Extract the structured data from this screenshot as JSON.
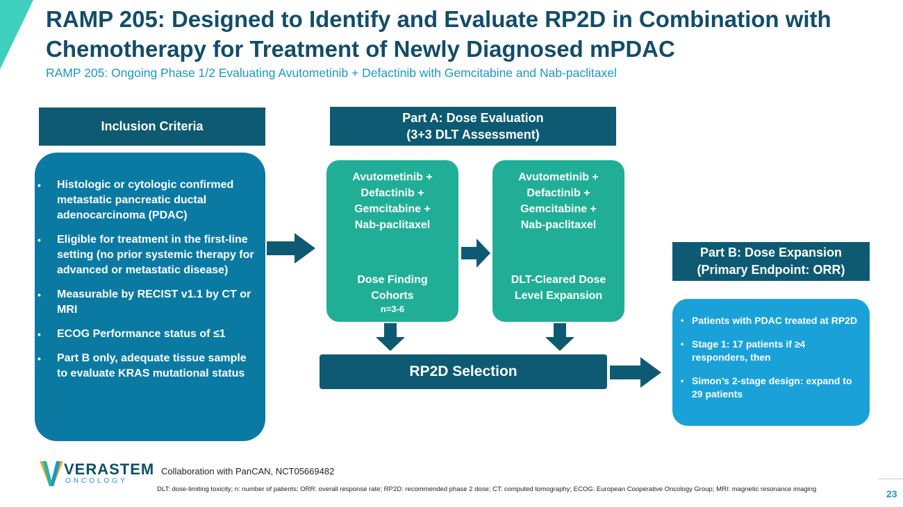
{
  "slide": {
    "title": "RAMP 205: Designed to Identify and Evaluate RP2D in Combination with Chemotherapy for Treatment of Newly Diagnosed mPDAC",
    "subtitle": "RAMP 205: Ongoing Phase 1/2 Evaluating Avutometinib + Defactinib with Gemcitabine and Nab-paclitaxel",
    "page_number": "23"
  },
  "inclusion": {
    "header": "Inclusion Criteria",
    "items": [
      "Histologic or cytologic confirmed metastatic pancreatic ductal adenocarcinoma (PDAC)",
      "Eligible for treatment in the first-line setting (no prior systemic therapy for advanced or metastatic disease)",
      "Measurable by RECIST v1.1 by CT or MRI",
      "ECOG Performance status of ≤1",
      "Part B only, adequate tissue sample to evaluate KRAS mutational status"
    ]
  },
  "part_a": {
    "header_line1": "Part A: Dose Evaluation",
    "header_line2": "(3+3 DLT Assessment)",
    "box1": {
      "regimen": [
        "Avutometinib +",
        "Defactinib +",
        "Gemcitabine +",
        "Nab-paclitaxel"
      ],
      "label": [
        "Dose Finding",
        "Cohorts"
      ],
      "n": "n=3-6"
    },
    "box2": {
      "regimen": [
        "Avutometinib +",
        "Defactinib +",
        "Gemcitabine +",
        "Nab-paclitaxel"
      ],
      "label": [
        "DLT-Cleared Dose",
        "Level Expansion"
      ]
    },
    "selection": "RP2D Selection"
  },
  "part_b": {
    "header_line1": "Part B: Dose Expansion",
    "header_line2": "(Primary Endpoint: ORR)",
    "items": [
      "Patients with PDAC treated at RP2D",
      "Stage 1: 17 patients if ≥4 responders, then",
      "Simon’s 2-stage design: expand to 29 patients"
    ]
  },
  "footer": {
    "logo_main": "VERASTEM",
    "logo_sub": "ONCOLOGY",
    "collaboration": "Collaboration with PanCAN, NCT05669482",
    "abbreviations": "DLT: dose-limiting toxicity; n: number of patients; ORR: overall response rate; RP2D: recommended phase 2 dose; CT: computed tomography; ECOG: European Cooperative Oncology Group; MRI: magnetic resonance imaging"
  },
  "colors": {
    "title": "#124d6b",
    "accent_blue": "#1a97c8",
    "header_teal": "#0d5a72",
    "inclusion_box": "#0b7aa3",
    "green_box": "#20af96",
    "partb_box": "#1aa2d8",
    "corner_accent": "#3fd0bd"
  }
}
